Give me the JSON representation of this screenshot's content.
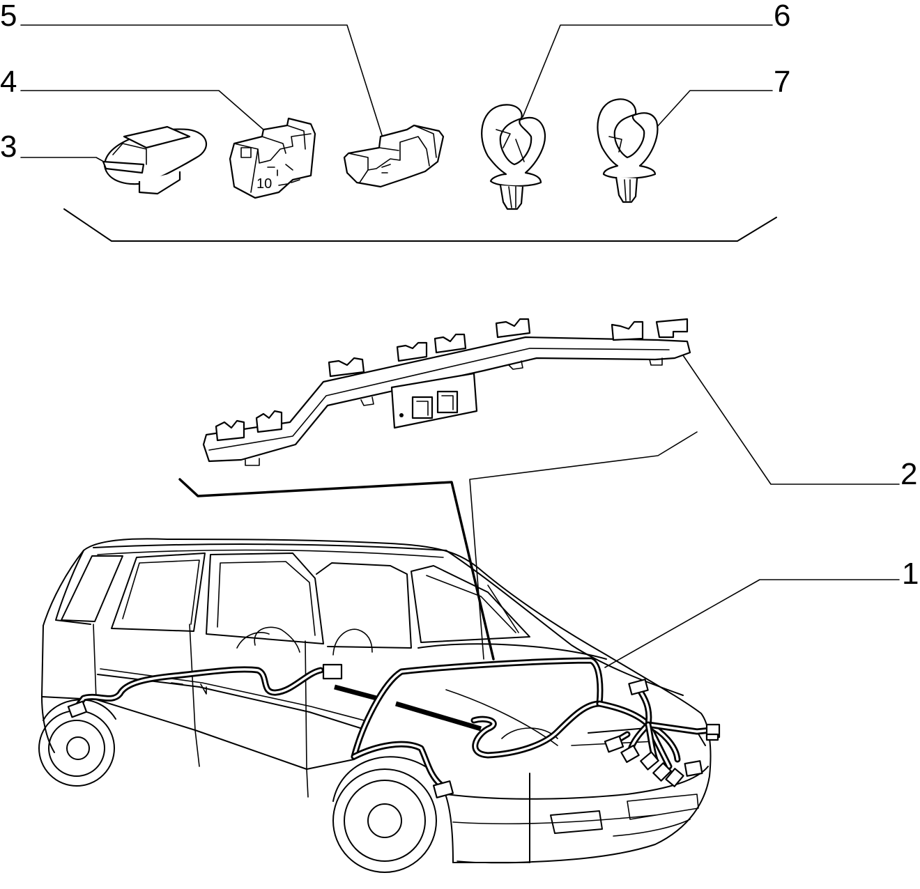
{
  "callouts": [
    {
      "id": "1",
      "text": "1"
    },
    {
      "id": "2",
      "text": "2"
    },
    {
      "id": "3",
      "text": "3"
    },
    {
      "id": "4",
      "text": "4"
    },
    {
      "id": "5",
      "text": "5"
    },
    {
      "id": "6",
      "text": "6"
    },
    {
      "id": "7",
      "text": "7"
    }
  ],
  "part_labels": {
    "clip_4_mark": "10"
  }
}
